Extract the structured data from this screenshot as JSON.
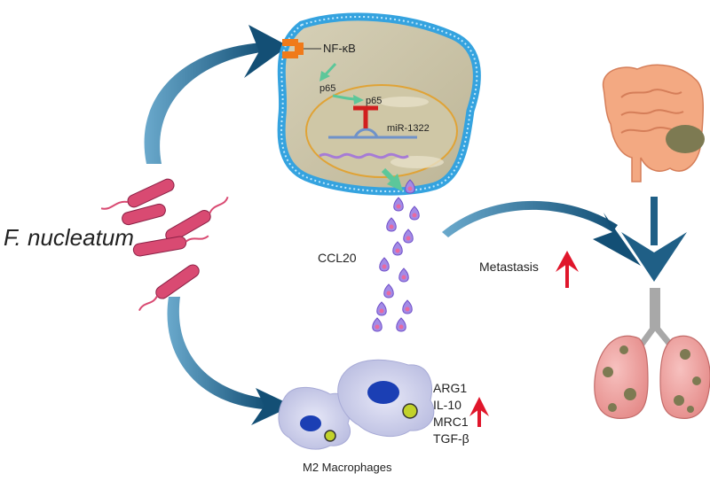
{
  "labels": {
    "bacterium": "F. nucleatum",
    "nfkb": "NF-κB",
    "p65_cytoplasm": "p65",
    "p65_nucleus": "p65",
    "mirna": "miR-1322",
    "chemokine": "CCL20",
    "metastasis": "Metastasis",
    "markers": [
      "ARG1",
      "IL-10",
      "MRC1",
      "TGF-β"
    ],
    "macrophages": "M2 Macrophages"
  },
  "colors": {
    "curved_arrow": "#1f5f86",
    "up_arrow": "#e0162b",
    "membrane": "#35a3df",
    "cytoplasm": "#c6bfa2",
    "nucleus_border": "#e0a336",
    "bacteria": "#d94a72",
    "inhibition": "#d11f1f",
    "signal_arrow": "#5cc79a",
    "macrophage": "#cfd1ec",
    "macrophage_nucleus": "#1b3fb4",
    "colon": "#f3a982",
    "tumor": "#7d7a52",
    "lung": "#f2a7a6",
    "trachea": "#a8a8a8"
  },
  "icons": {
    "receptor": "receptor-icon",
    "bacteria": "bacteria-icon",
    "colon": "colon-icon",
    "lung": "lung-icon",
    "macrophage": "macrophage-icon"
  }
}
